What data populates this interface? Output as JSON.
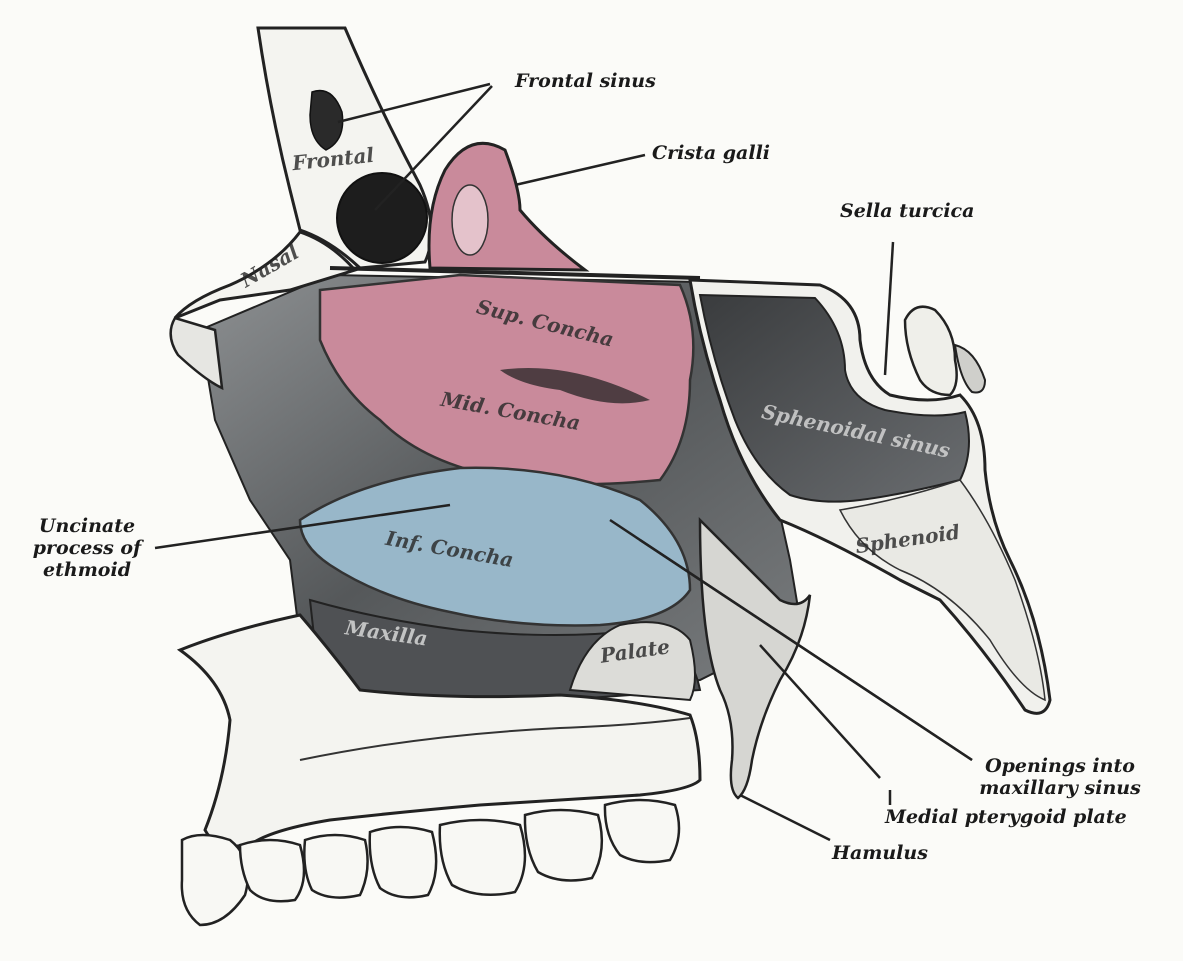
{
  "labels": {
    "frontal_sinus": "Frontal sinus",
    "crista_galli": "Crista galli",
    "sella_turcica": "Sella turcica",
    "uncinate_process": "Uncinate process of ethmoid",
    "openings_maxillary": "Openings into maxillary sinus",
    "medial_pterygoid": "Medial pterygoid plate",
    "hamulus": "Hamulus"
  },
  "in_figure_labels": {
    "frontal": "Frontal",
    "nasal": "Nasal",
    "sup_concha": "Sup. Concha",
    "mid_concha": "Mid. Concha",
    "sphenoidal_sinus": "Sphenoidal sinus",
    "sphenoid": "Sphenoid",
    "inf_concha": "Inf. Concha",
    "maxilla": "Maxilla",
    "palate": "Palate"
  },
  "colors": {
    "ethmoid_pink": "#c98a9b",
    "inferior_concha_blue": "#98b7c9",
    "bone_white": "#f4f4f0",
    "shadow_grey": "#5f6163",
    "background": "#fbfbf8"
  }
}
